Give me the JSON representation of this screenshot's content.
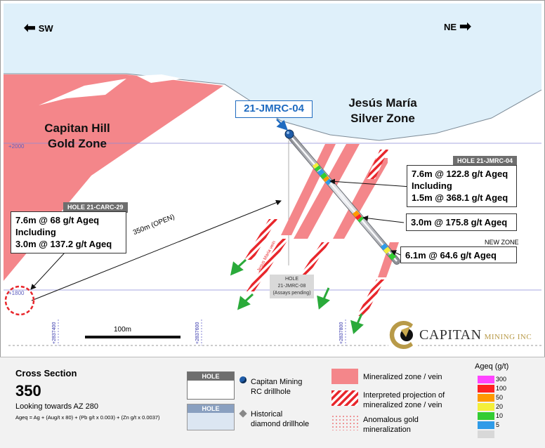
{
  "directions": {
    "sw": "SW",
    "ne": "NE"
  },
  "zones": {
    "capitan_hill": [
      "Capitan Hill",
      "Gold Zone"
    ],
    "jesus_maria": [
      "Jesús María",
      "Silver Zone"
    ]
  },
  "hole_label": "21-JMRC-04",
  "elevations": {
    "upper": "+2000",
    "lower": "+1800"
  },
  "callouts": {
    "carc29": {
      "tag": "HOLE 21-CARC-29",
      "lines": [
        "7.6m @ 68 g/t Ageq",
        "Including",
        "3.0m @ 137.2 g/t Ageq"
      ]
    },
    "jmrc04": {
      "tag": "HOLE 21-JMRC-04",
      "lines": [
        "7.6m @ 122.8 g/t Ageq",
        "Including",
        "1.5m @ 368.1 g/t Ageq"
      ]
    },
    "mid": "3.0m @ 175.8 g/t Ageq",
    "new_zone_tag": "NEW ZONE",
    "new_zone": "6.1m @ 64.6 g/t Ageq"
  },
  "open_label": "350m (OPEN)",
  "vein_label": "Jesus Maria vein",
  "pending_hole": {
    "lines": [
      "HOLE",
      "21-JMRC-08",
      "(Assays pending)"
    ]
  },
  "scale_bar": "100m",
  "northings": [
    "+2837400",
    "+2837600",
    "+2837800"
  ],
  "logo": {
    "name": "CAPITAN",
    "sub": "MINING INC"
  },
  "legend": {
    "cross_section": "Cross Section",
    "number": "350",
    "looking": "Looking towards AZ 280",
    "formula": "Ageq = Ag + (Aug/t x 80) + (Pb g/t x 0.003) + (Zn g/t x 0.0037)",
    "hole_box": "HOLE",
    "capitan_rc": [
      "Capitan Mining",
      "RC drillhole"
    ],
    "historical": [
      "Historical",
      "diamond drillhole"
    ],
    "mineralized": "Mineralized zone / vein",
    "interpreted": [
      "Interpreted projection of",
      "mineralized zone / vein"
    ],
    "anomalous": [
      "Anomalous gold",
      "mineralization"
    ],
    "ageq_title": "Ageq (g/t)",
    "ramp": [
      {
        "value": "300",
        "color": "#ff44ff"
      },
      {
        "value": "100",
        "color": "#ff2222"
      },
      {
        "value": "50",
        "color": "#ff9900"
      },
      {
        "value": "20",
        "color": "#f4ef3a"
      },
      {
        "value": "10",
        "color": "#33cc33"
      },
      {
        "value": "5",
        "color": "#2f9be8"
      },
      {
        "value": "",
        "color": "#d8d8d8"
      }
    ]
  },
  "colors": {
    "sky": "#dff0fa",
    "mineralized": "#f4868a",
    "hatch": "#e8262b",
    "arrow_green": "#2aaa3a"
  }
}
